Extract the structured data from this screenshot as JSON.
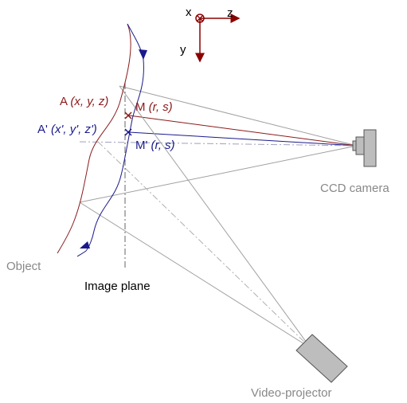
{
  "axes": {
    "x_label": "x",
    "y_label": "y",
    "z_label": "z",
    "color": "#8b0000"
  },
  "labels": {
    "point_a": {
      "name": "A",
      "coords": "(x, y, z)"
    },
    "point_a_prime": {
      "name": "A'",
      "coords": "(x', y', z')"
    },
    "point_m": {
      "name": "M",
      "coords": "(r, s)"
    },
    "point_m_prime": {
      "name": "M'",
      "coords": "(r, s)"
    },
    "object": "Object",
    "image_plane": "Image plane",
    "ccd_camera": "CCD camera",
    "video_projector": "Video-projector"
  },
  "colors": {
    "red_curve": "#8b1a1a",
    "blue_curve": "#1a1a8b",
    "gray_text": "#888888",
    "device_fill": "#bdbdbd",
    "device_stroke": "#555555",
    "ray_gray": "#999999"
  }
}
